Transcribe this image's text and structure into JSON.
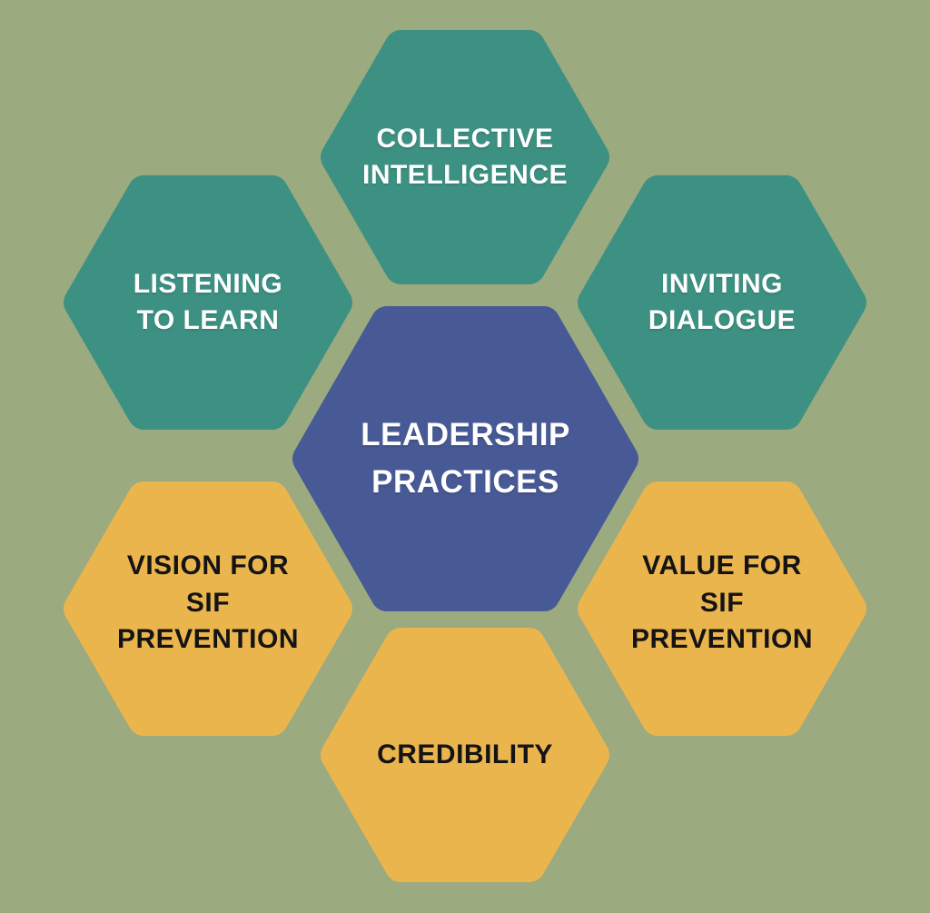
{
  "diagram": {
    "background_color": "#9CAA7F",
    "colors": {
      "teal": "#3D9183",
      "blue": "#485A96",
      "gold": "#EBB54E",
      "light_text": "#FFFFFF",
      "dark_text": "#141414"
    },
    "nodes": [
      {
        "id": "leadership-practices",
        "label": "LEADERSHIP\nPRACTICES",
        "fill": "#485A96",
        "text_color": "#FFFFFF",
        "position": "center"
      },
      {
        "id": "collective-intelligence",
        "label": "COLLECTIVE\nINTELLIGENCE",
        "fill": "#3D9183",
        "text_color": "#FFFFFF",
        "position": "top"
      },
      {
        "id": "listening-to-learn",
        "label": "LISTENING\nTO LEARN",
        "fill": "#3D9183",
        "text_color": "#FFFFFF",
        "position": "upper-left"
      },
      {
        "id": "inviting-dialogue",
        "label": "INVITING\nDIALOGUE",
        "fill": "#3D9183",
        "text_color": "#FFFFFF",
        "position": "upper-right"
      },
      {
        "id": "vision-for-sif-prevention",
        "label": "VISION FOR\nSIF\nPREVENTION",
        "fill": "#EBB54E",
        "text_color": "#141414",
        "position": "lower-left"
      },
      {
        "id": "value-for-sif-prevention",
        "label": "VALUE FOR\nSIF\nPREVENTION",
        "fill": "#EBB54E",
        "text_color": "#141414",
        "position": "lower-right"
      },
      {
        "id": "credibility",
        "label": "CREDIBILITY",
        "fill": "#EBB54E",
        "text_color": "#141414",
        "position": "bottom"
      }
    ]
  }
}
